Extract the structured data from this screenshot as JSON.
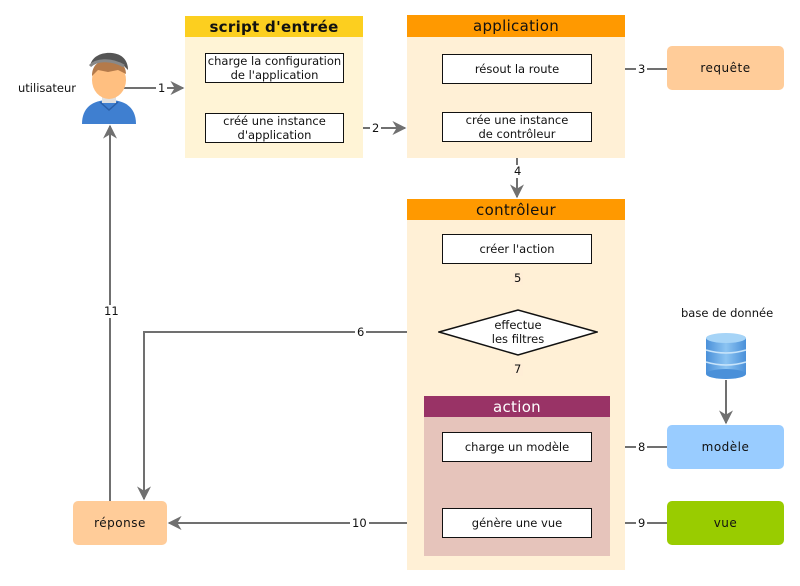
{
  "actors": {
    "user": {
      "label": "utilisateur",
      "icon": "user-avatar-icon"
    },
    "database": {
      "label": "base de donnée",
      "icon": "database-icon"
    }
  },
  "panels": {
    "entry_script": {
      "title": "script d'entrée",
      "header_color": "#fccf1f",
      "body_color": "#fff4d6",
      "steps": [
        "charge la configuration\nde l'application",
        "créé une instance\nd'application"
      ]
    },
    "application": {
      "title": "application",
      "header_color": "#ff9900",
      "body_color": "#ffeed6",
      "steps": [
        "résout la route",
        "crée une instance\nde contrôleur"
      ]
    },
    "controller": {
      "title": "contrôleur",
      "header_color": "#ff9900",
      "body_color": "#ffeed6",
      "steps": [
        "créer l'action"
      ],
      "decision": "effectue\nles filtres"
    },
    "action": {
      "title": "action",
      "header_color": "#993366",
      "body_color": "#e6c4bb",
      "steps": [
        "charge un modèle",
        "génère une vue"
      ]
    }
  },
  "external": {
    "request": {
      "label": "requête",
      "color": "#ffcc99"
    },
    "model": {
      "label": "modèle",
      "color": "#99ccff"
    },
    "view": {
      "label": "vue",
      "color": "#99cc00"
    },
    "response": {
      "label": "réponse",
      "color": "#ffcc99"
    }
  },
  "edges": [
    "1",
    "2",
    "3",
    "4",
    "5",
    "6",
    "7",
    "8",
    "9",
    "10",
    "11"
  ],
  "colors": {
    "wire": "#707070",
    "step_border": "#111111"
  }
}
